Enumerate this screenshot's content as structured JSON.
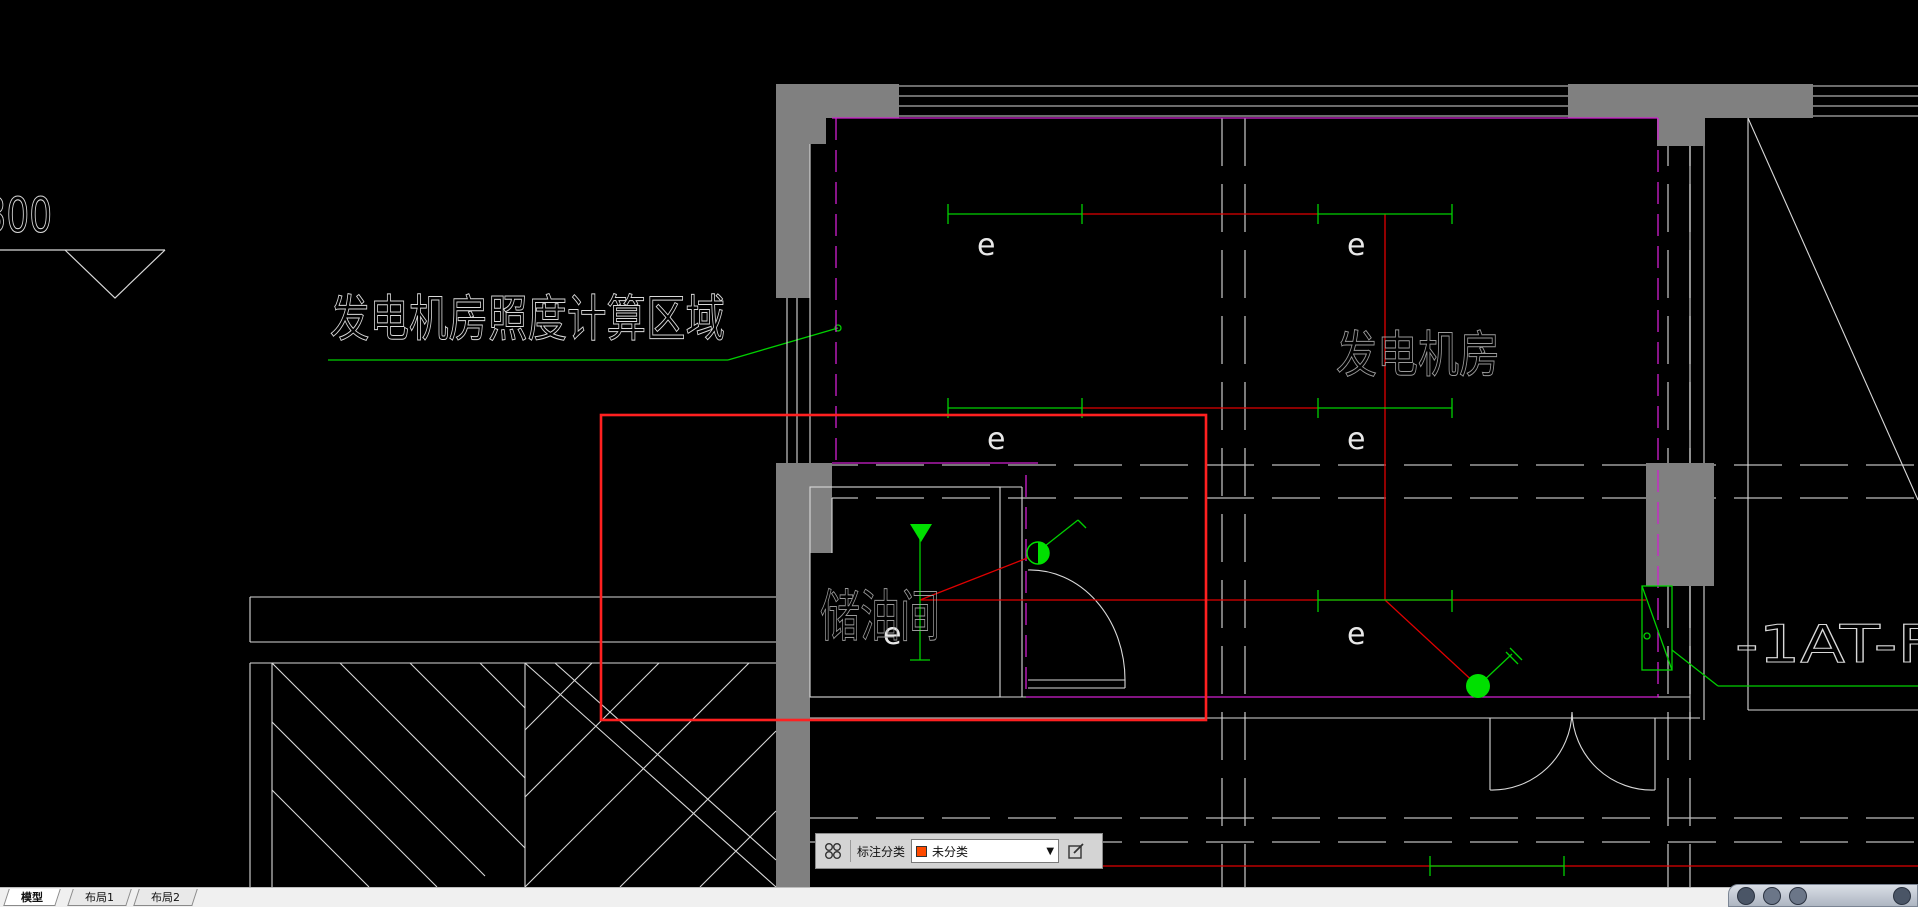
{
  "drawing": {
    "elevation_label": "300",
    "area_leader_label": "发电机房照度计算区域",
    "room_generator": "发电机房",
    "room_oil_storage": "储油间",
    "panel_label": "-1AT-F",
    "fixture_symbol": "e"
  },
  "annotation_toolbar": {
    "category_label": "标注分类",
    "selected_category": "未分类",
    "selected_color": "#ff4a00"
  },
  "layout_tabs": [
    "模型",
    "布局1",
    "布局2"
  ],
  "active_tab": "模型",
  "colors": {
    "background": "#000000",
    "wall": "#808080",
    "line_white": "#d9d9d9",
    "green": "#00ff00",
    "red": "#ff0000",
    "magenta": "#d020d0",
    "highlight_rect": "#ff2020"
  }
}
